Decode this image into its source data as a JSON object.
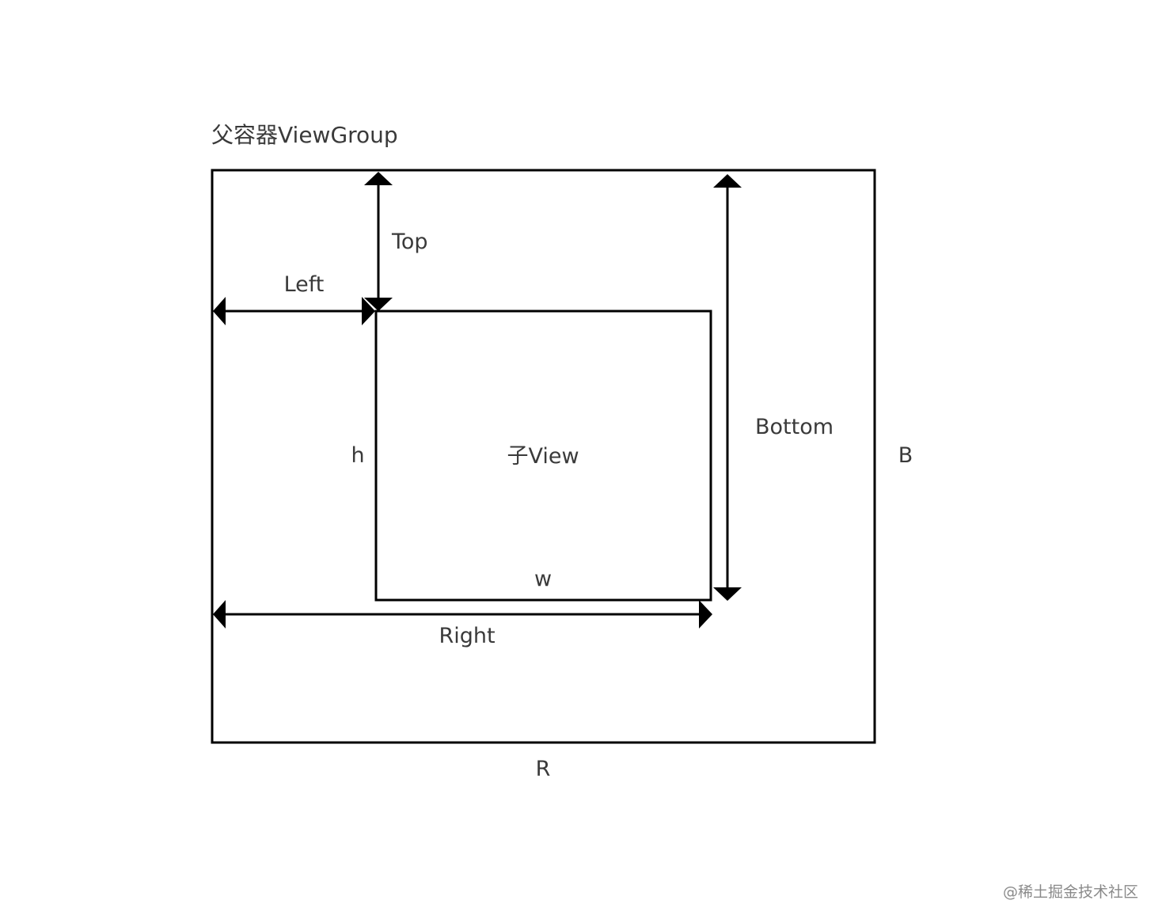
{
  "title": "父容器ViewGroup",
  "child_label": "子View",
  "labels": {
    "top": "Top",
    "left": "Left",
    "bottom": "Bottom",
    "right": "Right",
    "h": "h",
    "w": "w",
    "b": "B",
    "r": "R"
  },
  "watermark": "@稀土掘金技术社区",
  "colors": {
    "stroke": "#000000",
    "text": "#3a3a3a",
    "watermark": "#8a8a8a",
    "background": "#ffffff"
  }
}
